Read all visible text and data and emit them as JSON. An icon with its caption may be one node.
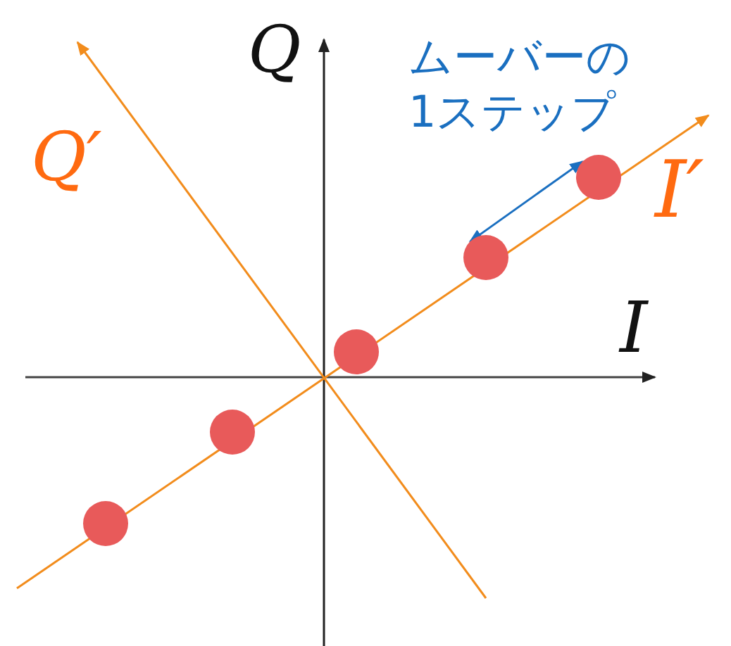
{
  "diagram": {
    "nodes": [
      {
        "text": [],
        "shape": "circle"
      },
      {
        "text": [],
        "shape": "circle"
      },
      {
        "text": [],
        "shape": "circle"
      },
      {
        "text": [],
        "shape": "circle"
      },
      {
        "text": [],
        "shape": "circle"
      }
    ],
    "edges": [
      {
        "from": 3,
        "to": 4,
        "arrow": "both",
        "color": "#1a6fc0"
      }
    ],
    "labels": [
      "Q",
      "ムーバーの1ステップ",
      "Q′",
      "I′",
      "I"
    ]
  }
}
